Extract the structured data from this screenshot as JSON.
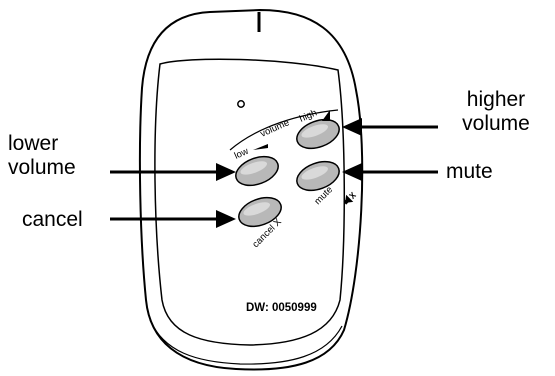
{
  "callouts": {
    "lower_volume": [
      "lower",
      "volume"
    ],
    "cancel": "cancel",
    "higher_volume": [
      "higher",
      "volume"
    ],
    "mute": "mute"
  },
  "remote": {
    "volume_label": "volume",
    "buttons": {
      "low": "low",
      "high": "high",
      "mute": "mute",
      "cancel": "cancel X"
    },
    "model_code": "DW: 0050999"
  },
  "colors": {
    "ink": "#000000",
    "button_fill": "#b8b8b8",
    "button_highlight": "#d9d9d9",
    "body_fill": "#ffffff"
  }
}
